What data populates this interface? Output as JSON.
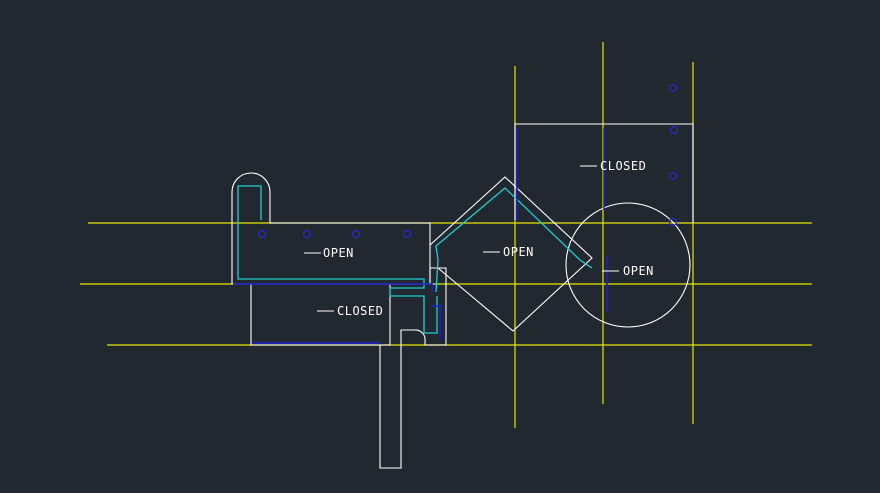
{
  "drawing": {
    "labels": {
      "open_left": "OPEN",
      "closed_bottom": "CLOSED",
      "open_diamond": "OPEN",
      "closed_top": "CLOSED",
      "open_circle": "OPEN"
    },
    "colors": {
      "background": "#212830",
      "gridline": "#e6e600",
      "outline": "#ffffff",
      "cyan_path": "#1fd0d0",
      "blue_path": "#1a1ad6",
      "marker": "#2b2bd0",
      "text": "#ffffff"
    }
  }
}
